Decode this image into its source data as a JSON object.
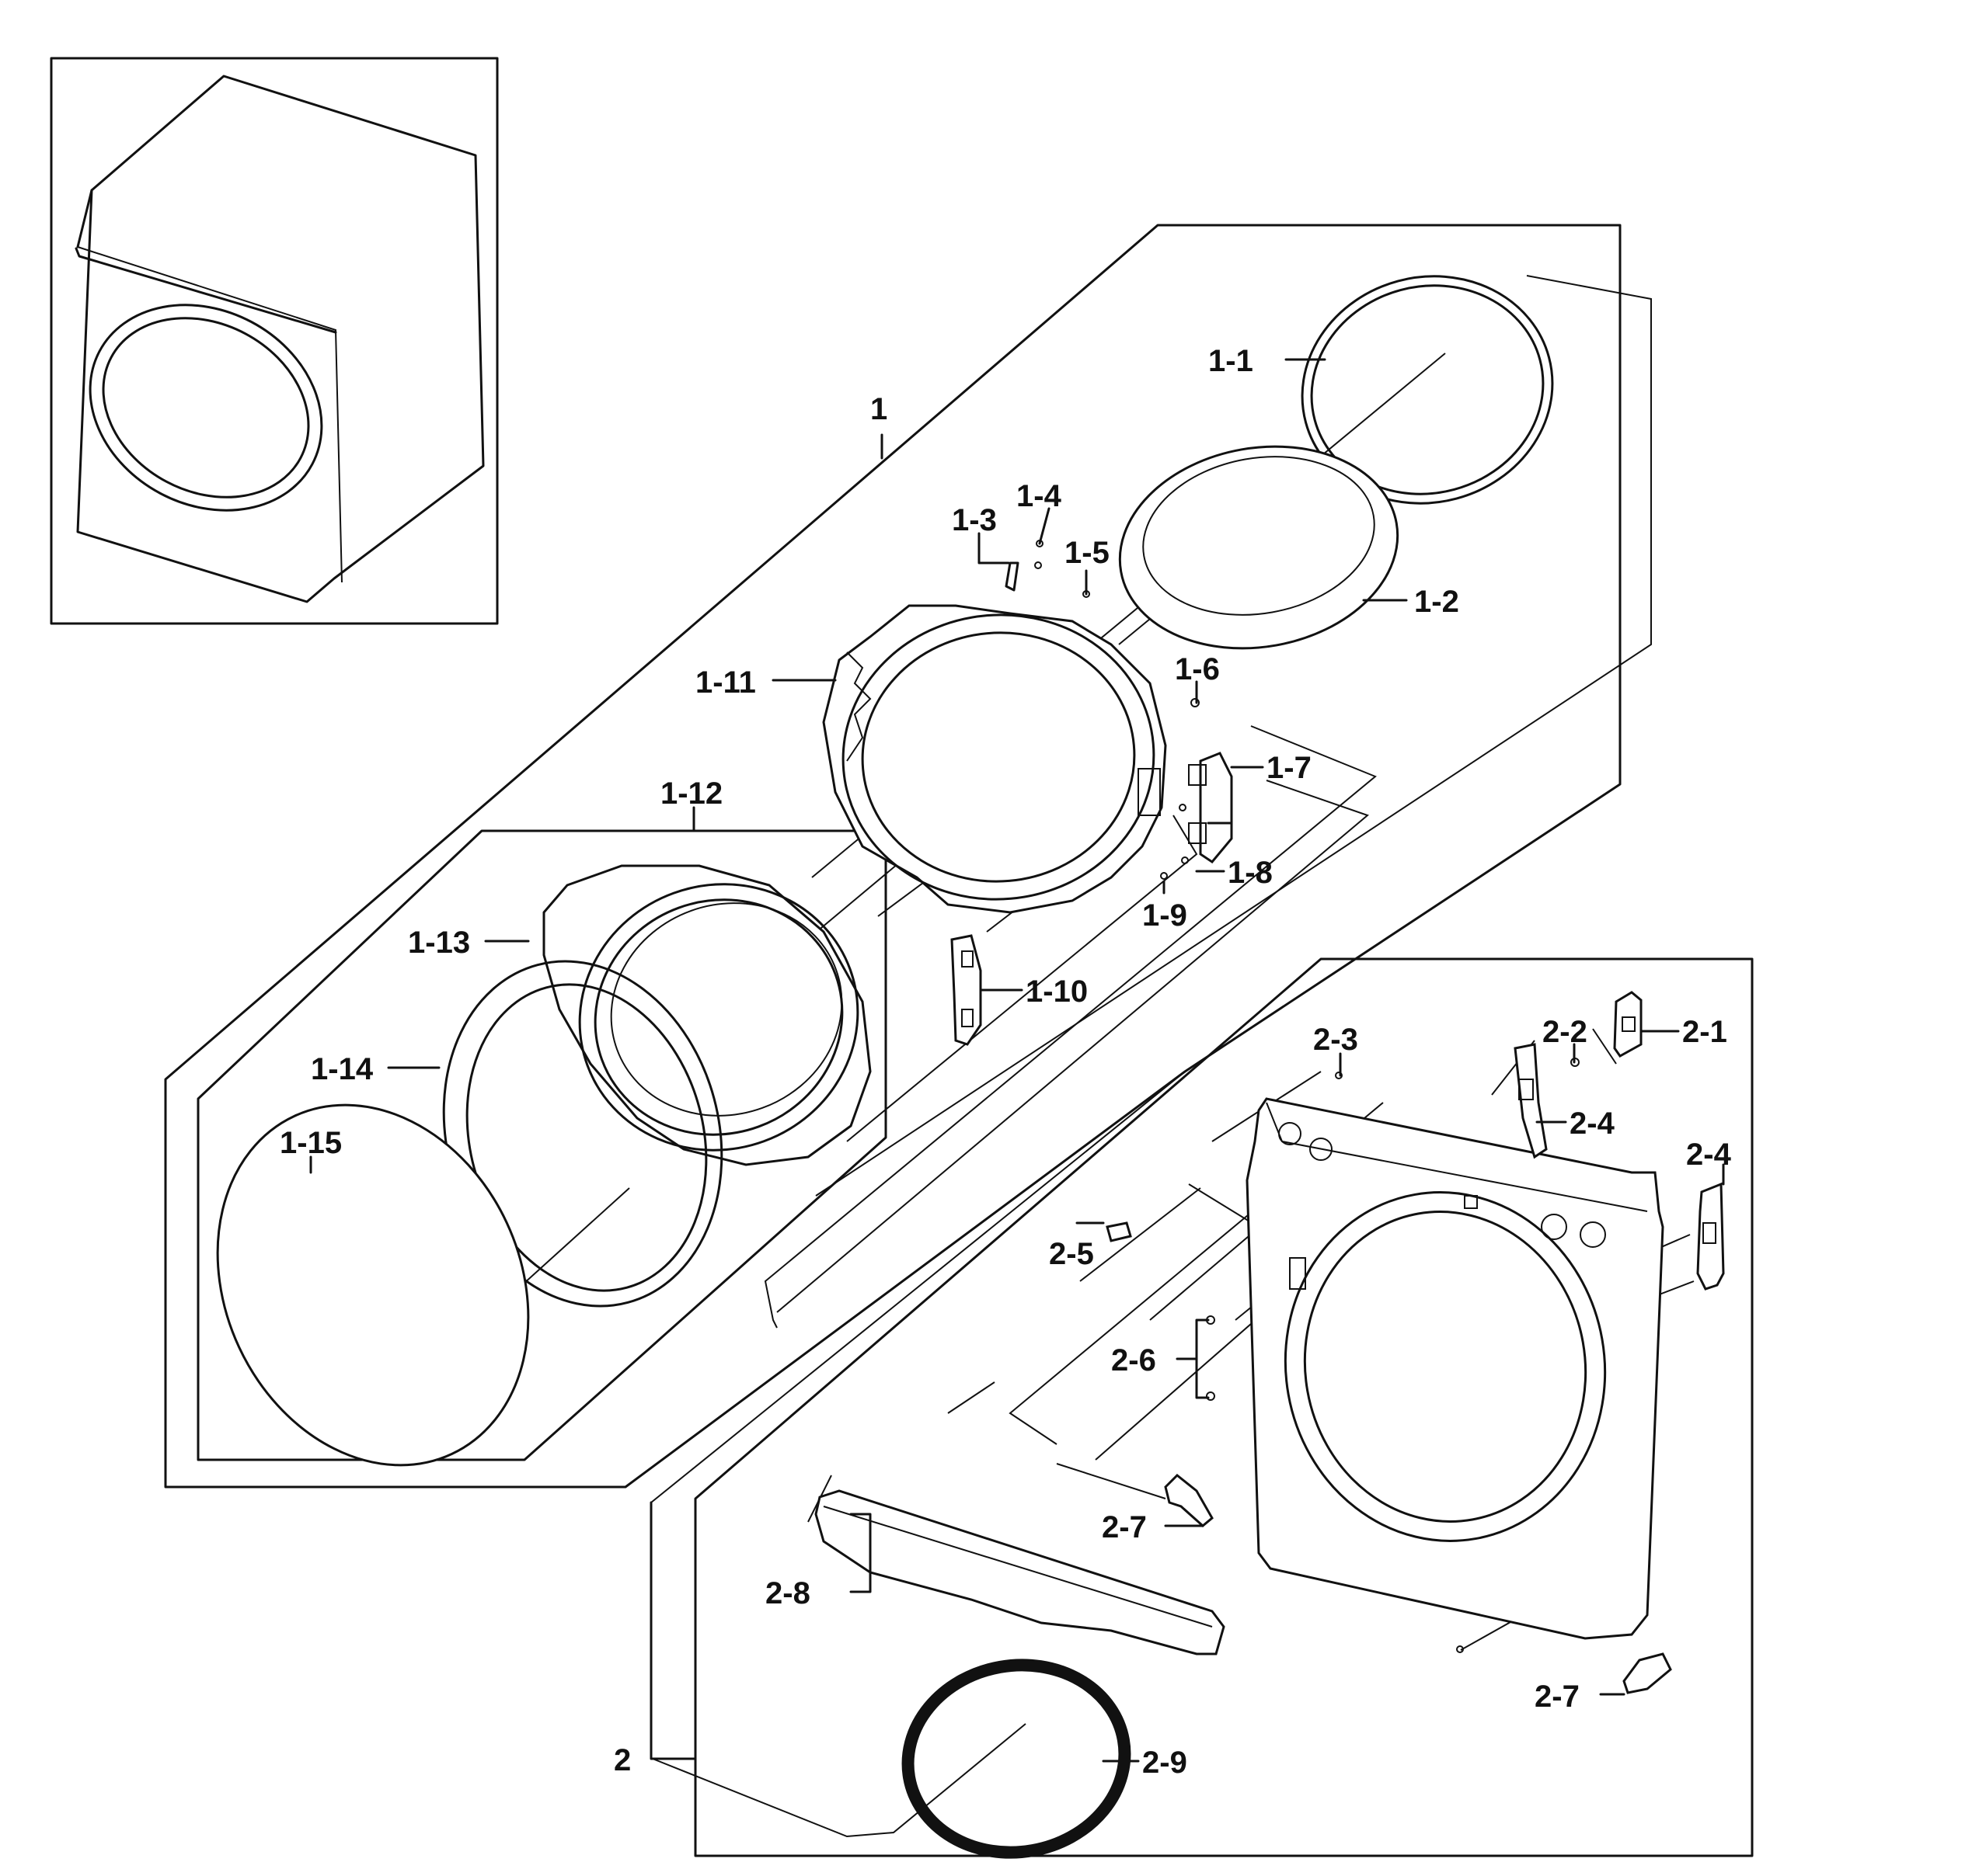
{
  "labels": {
    "group_1": "1",
    "l_1_1": "1-1",
    "l_1_2": "1-2",
    "l_1_3": "1-3",
    "l_1_4": "1-4",
    "l_1_5": "1-5",
    "l_1_6": "1-6",
    "l_1_7": "1-7",
    "l_1_8": "1-8",
    "l_1_9": "1-9",
    "l_1_10": "1-10",
    "l_1_11": "1-11",
    "l_1_12": "1-12",
    "l_1_13": "1-13",
    "l_1_14": "1-14",
    "l_1_15": "1-15",
    "l_2_1": "2-1",
    "l_2_2": "2-2",
    "l_2_3": "2-3",
    "l_2_4a": "2-4",
    "l_2_4b": "2-4",
    "l_2_5": "2-5",
    "l_2_6": "2-6",
    "l_2_7a": "2-7",
    "l_2_7b": "2-7",
    "l_2_8": "2-8",
    "l_2_9": "2-9",
    "group_2": "2"
  }
}
